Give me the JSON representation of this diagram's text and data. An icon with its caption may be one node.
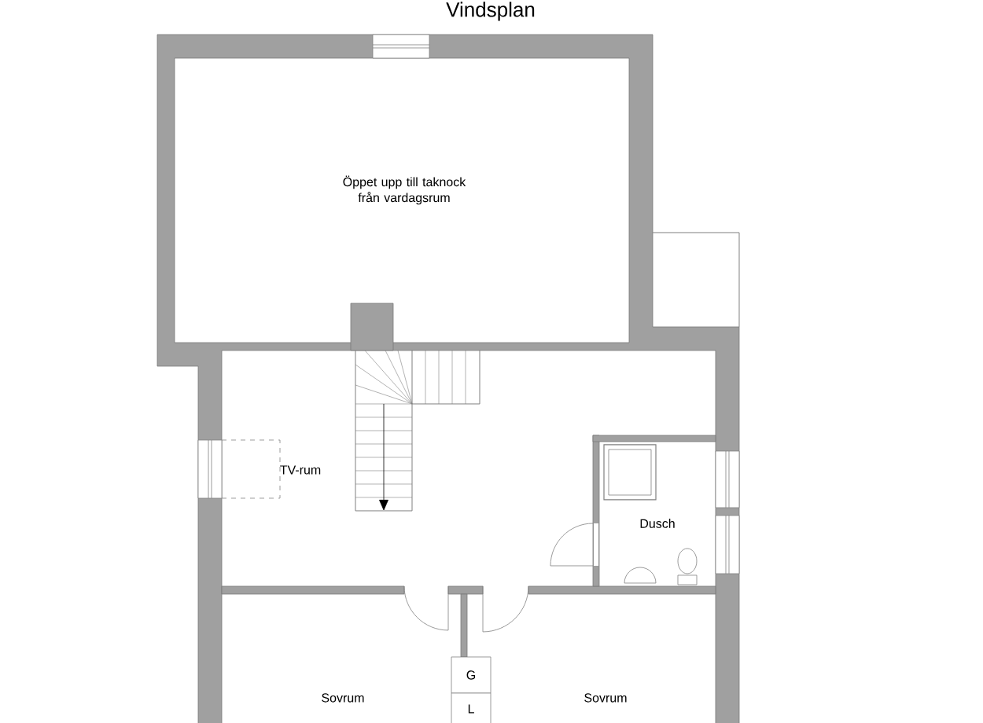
{
  "diagram": {
    "title": "Vindsplan",
    "nodes": [
      {
        "text": [
          "G"
        ]
      },
      {
        "text": [
          "L"
        ]
      }
    ],
    "labels": [
      "Öppet upp till taknock från vardagsrum",
      "TV-rum",
      "Dusch",
      "Sovrum",
      "Sovrum"
    ]
  }
}
